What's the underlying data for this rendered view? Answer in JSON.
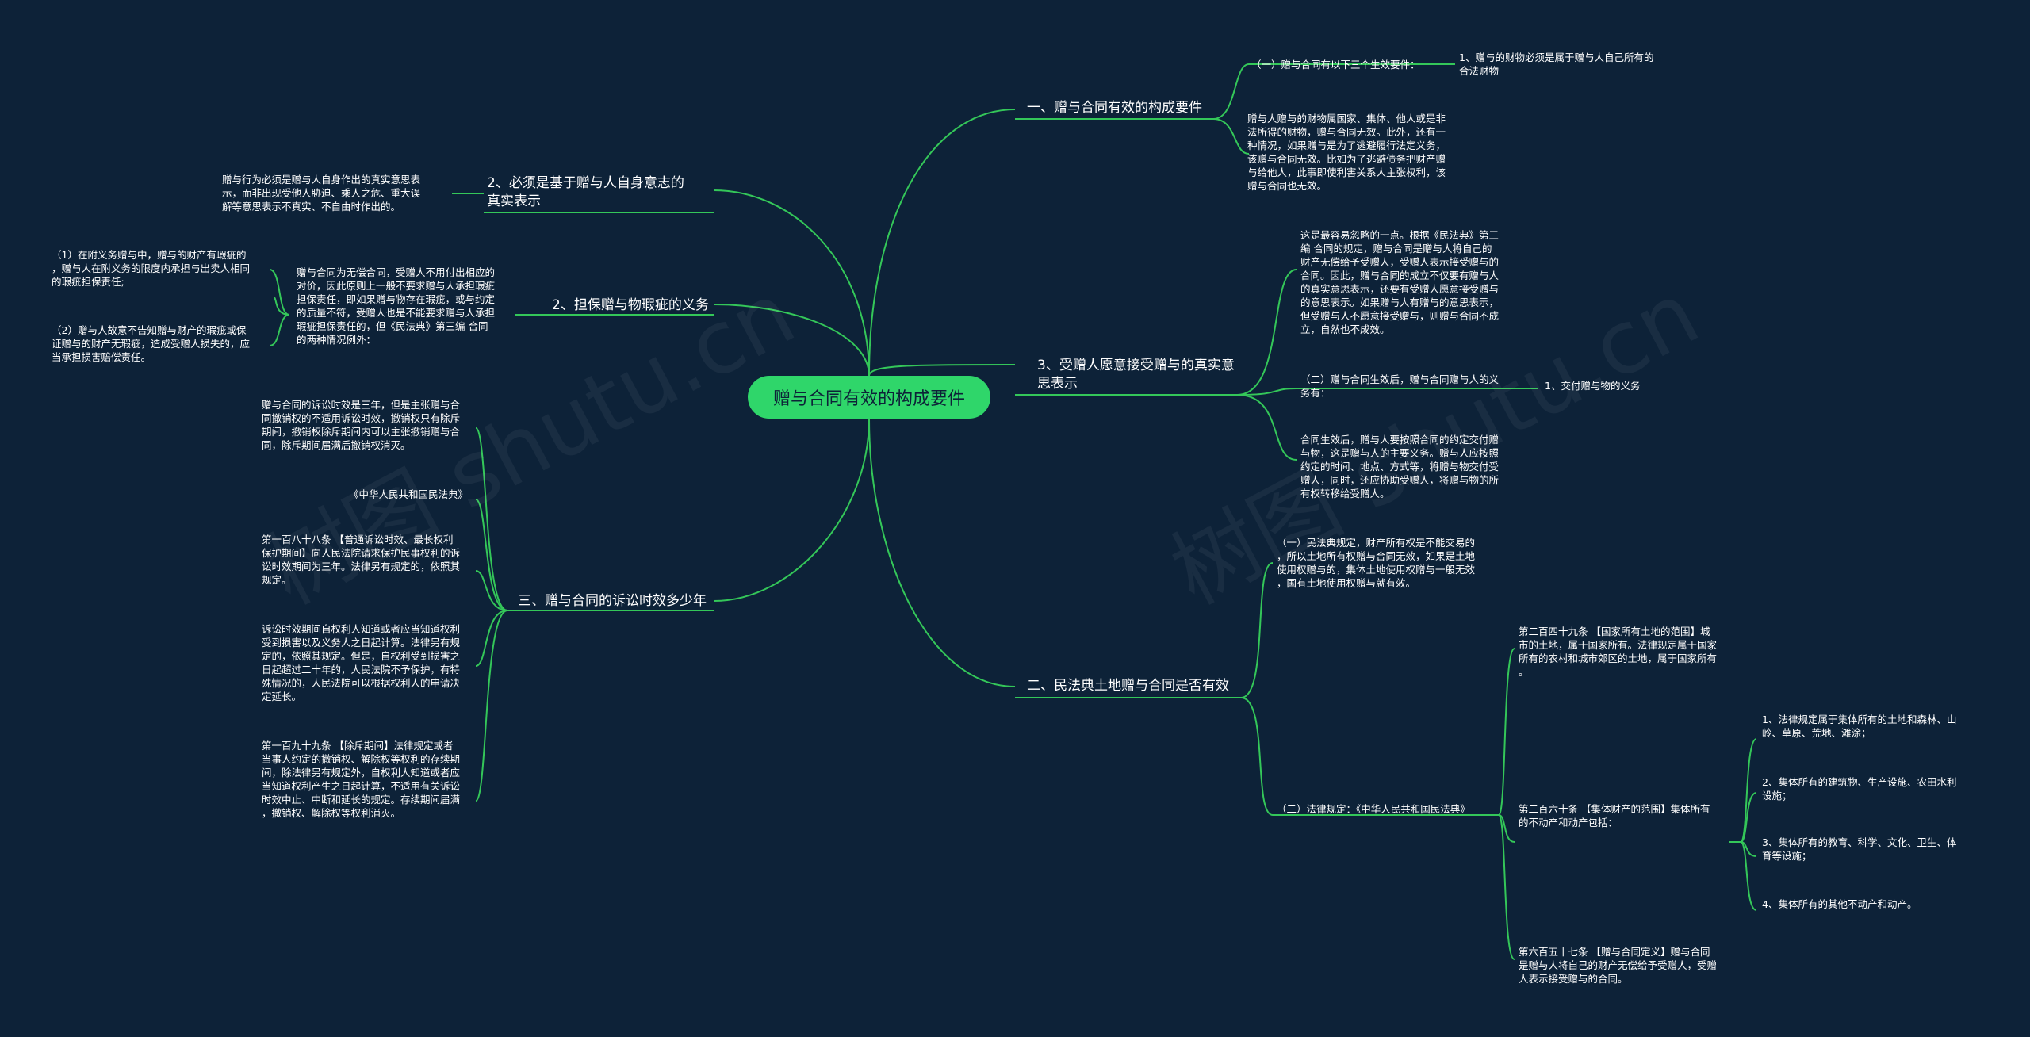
{
  "root": "赠与合同有效的构成要件",
  "watermarks": [
    "树图 shutu.cn",
    "树图 shutu.cn"
  ],
  "colors": {
    "background": "#0d2238",
    "line": "#34c759",
    "root_fill": "#2fd66a",
    "text": "#ffffff"
  },
  "right": {
    "b1": {
      "label": "一、赠与合同有效的构成要件",
      "c1": "（一）赠与合同有以下三个生效要件：",
      "c1_1": "1、赠与的财物必须是属于赠与人自己所有的\n合法财物",
      "c2": "赠与人赠与的财物属国家、集体、他人或是非\n法所得的财物，赠与合同无效。此外，还有一\n种情况，如果赠与是为了逃避履行法定义务，\n该赠与合同无效。比如为了逃避债务把财产赠\n与给他人，此事即使利害关系人主张权利，该\n赠与合同也无效。"
    },
    "b2": {
      "label": "3、受赠人愿意接受赠与的真实意\n思表示",
      "c1": "这是最容易忽略的一点。根据《民法典》第三\n编 合同的规定，赠与合同是赠与人将自己的\n财产无偿给予受赠人，受赠人表示接受赠与的\n合同。因此，赠与合同的成立不仅要有赠与人\n的真实意思表示，还要有受赠人愿意接受赠与\n的意思表示。如果赠与人有赠与的意思表示，\n但受赠与人不愿意接受赠与，则赠与合同不成\n立，自然也不成效。",
      "c2": "（二）赠与合同生效后，赠与合同赠与人的义\n务有：",
      "c2_1": "1、交付赠与物的义务",
      "c3": "合同生效后，赠与人要按照合同的约定交付赠\n与物，这是赠与人的主要义务。赠与人应按照\n约定的时间、地点、方式等，将赠与物交付受\n赠人，同时，还应协助受赠人，将赠与物的所\n有权转移给受赠人。"
    },
    "b3": {
      "label": "二、民法典土地赠与合同是否有效",
      "c1": "（一）民法典规定，财产所有权是不能交易的\n，所以土地所有权赠与合同无效，如果是土地\n使用权赠与的，集体土地使用权赠与一般无效\n，国有土地使用权赠与就有效。",
      "c2": "（二）法律规定：《中华人民共和国民法典》",
      "d1": "第二百四十九条 【国家所有土地的范围】城\n市的土地，属于国家所有。法律规定属于国家\n所有的农村和城市郊区的土地，属于国家所有\n。",
      "d2": "第二百六十条 【集体财产的范围】集体所有\n的不动产和动产包括：",
      "d2_items": [
        "1、法律规定属于集体所有的土地和森林、山\n岭、草原、荒地、滩涂；",
        "2、集体所有的建筑物、生产设施、农田水利\n设施；",
        "3、集体所有的教育、科学、文化、卫生、体\n育等设施；",
        "4、集体所有的其他不动产和动产。"
      ],
      "d3": "第六百五十七条 【赠与合同定义】赠与合同\n是赠与人将自己的财产无偿给予受赠人，受赠\n人表示接受赠与的合同。"
    }
  },
  "left": {
    "b1": {
      "label": "2、必须是基于赠与人自身意志的\n真实表示",
      "c1": "赠与行为必须是赠与人自身作出的真实意思表\n示，而非出现受他人胁迫、乘人之危、重大误\n解等意思表示不真实、不自由时作出的。"
    },
    "b2": {
      "label": "2、担保赠与物瑕疵的义务",
      "c1": "赠与合同为无偿合同，受赠人不用付出相应的\n对价，因此原则上一般不要求赠与人承担瑕疵\n担保责任，即如果赠与物存在瑕疵，或与约定\n的质量不符，受赠人也是不能要求赠与人承担\n瑕疵担保责任的，但《民法典》第三编 合同\n的两种情况例外：",
      "d1": "（1）在附义务赠与中，赠与的财产有瑕疵的\n，赠与人在附义务的限度内承担与出卖人相同\n的瑕疵担保责任;",
      "d2": "（2）赠与人故意不告知赠与财产的瑕疵或保\n证赠与的财产无瑕疵，造成受赠人损失的，应\n当承担损害赔偿责任。"
    },
    "b3": {
      "label": "三、赠与合同的诉讼时效多少年",
      "c1": "赠与合同的诉讼时效是三年，但是主张赠与合\n同撤销权的不适用诉讼时效，撤销权只有除斥\n期间，撤销权除斥期间内可以主张撤销赠与合\n同，除斥期间届满后撤销权消灭。",
      "c2": "《中华人民共和国民法典》",
      "c3": "第一百八十八条 【普通诉讼时效、最长权利\n保护期间】向人民法院请求保护民事权利的诉\n讼时效期间为三年。法律另有规定的，依照其\n规定。",
      "c4": "诉讼时效期间自权利人知道或者应当知道权利\n受到损害以及义务人之日起计算。法律另有规\n定的，依照其规定。但是，自权利受到损害之\n日起超过二十年的，人民法院不予保护，有特\n殊情况的，人民法院可以根据权利人的申请决\n定延长。",
      "c5": "第一百九十九条 【除斥期间】法律规定或者\n当事人约定的撤销权、解除权等权利的存续期\n间，除法律另有规定外，自权利人知道或者应\n当知道权利产生之日起计算，不适用有关诉讼\n时效中止、中断和延长的规定。存续期间届满\n，撤销权、解除权等权利消灭。"
    }
  }
}
